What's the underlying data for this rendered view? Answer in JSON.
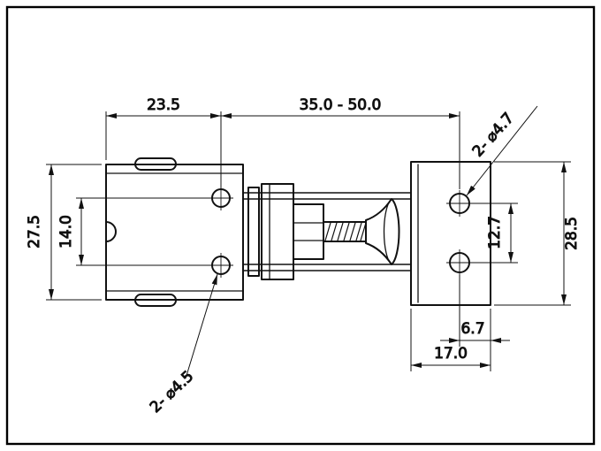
{
  "drawing": {
    "type": "technical-drawing",
    "description": "Dimensioned side view of adjustable latch / catch assembly",
    "colors": {
      "line": "#111111",
      "background": "#ffffff"
    },
    "dimensions": {
      "width_left": "23.5",
      "width_adjustable": "35.0 - 50.0",
      "holes_right_label": "2- ⌀4.7",
      "height_left_overall": "27.5",
      "holes_left_spacing": "14.0",
      "holes_right_spacing": "12.7",
      "height_right_overall": "28.5",
      "hole_edge_offset": "6.7",
      "width_right": "17.0",
      "holes_left_label": "2- ⌀4.5"
    }
  }
}
